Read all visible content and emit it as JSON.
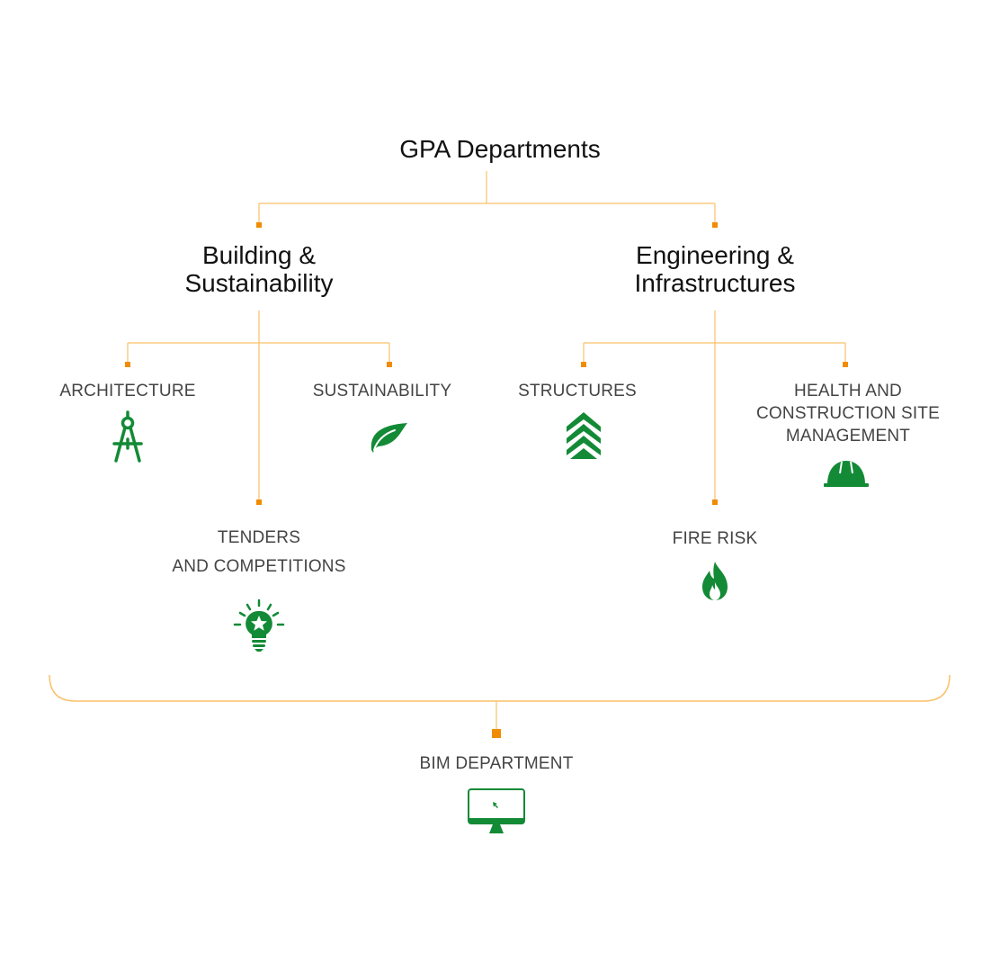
{
  "title": "GPA Departments",
  "colors": {
    "connector": "#f9c06a",
    "node": "#f08c00",
    "icon": "#138a36",
    "text": "#444444"
  },
  "groups": [
    {
      "label": "Building &\nSustainability",
      "line1": "Building &",
      "line2": "Sustainability"
    },
    {
      "label": "Engineering &\nInfrastructures",
      "line1": "Engineering &",
      "line2": "Infrastructures"
    }
  ],
  "departments": [
    {
      "label": "ARCHITECTURE",
      "icon": "compass-icon",
      "group": "Building & Sustainability"
    },
    {
      "label": "SUSTAINABILITY",
      "icon": "leaf-icon",
      "group": "Building & Sustainability"
    },
    {
      "line1": "TENDERS",
      "line2": "AND COMPETITIONS",
      "icon": "lightbulb-star-icon",
      "group": "Building & Sustainability"
    },
    {
      "label": "STRUCTURES",
      "icon": "chevrons-up-icon",
      "group": "Engineering & Infrastructures"
    },
    {
      "line1": "HEALTH AND",
      "line2": "CONSTRUCTION SITE",
      "line3": "MANAGEMENT",
      "icon": "hard-hat-icon",
      "group": "Engineering & Infrastructures"
    },
    {
      "label": "FIRE RISK",
      "icon": "flame-icon",
      "group": "Engineering & Infrastructures"
    }
  ],
  "bim": {
    "label": "BIM DEPARTMENT",
    "icon": "monitor-cursor-icon"
  }
}
